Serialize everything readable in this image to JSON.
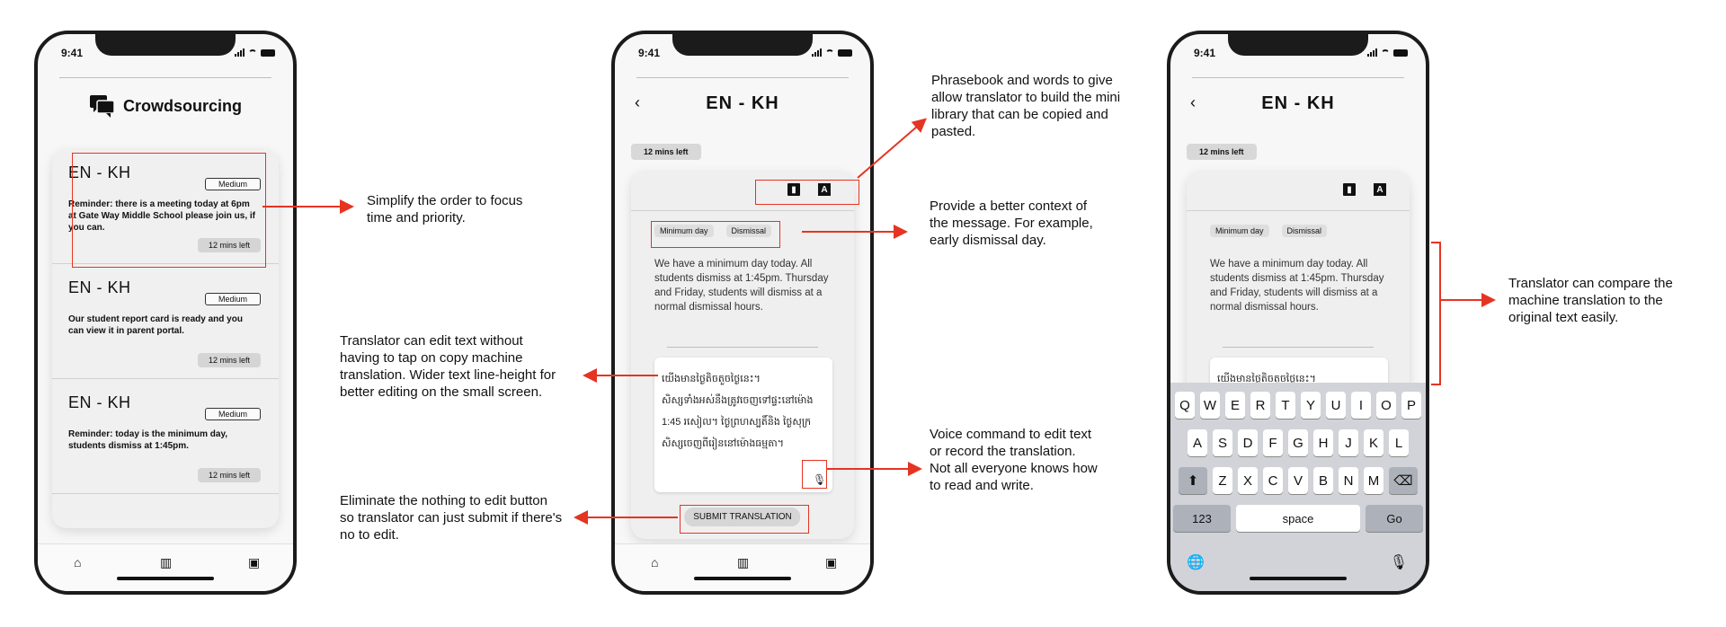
{
  "status": {
    "time": "9:41"
  },
  "phone1": {
    "brand_title": "Crowdsourcing",
    "requests": [
      {
        "lang": "EN - KH",
        "priority": "Medium",
        "text": "Reminder: there is a meeting today at 6pm at Gate Way Middle School please join us, if you can.",
        "time_left": "12 mins left"
      },
      {
        "lang": "EN - KH",
        "priority": "Medium",
        "text": "Our student report card is ready and you can view it in parent portal.",
        "time_left": "12 mins left"
      },
      {
        "lang": "EN - KH",
        "priority": "Medium",
        "text": "Reminder: today is the minimum day, students dismiss at 1:45pm.",
        "time_left": "12 mins left"
      }
    ],
    "tabs": {
      "home": "home-icon",
      "stats": "chart-icon",
      "profile": "profile-icon"
    }
  },
  "phone2": {
    "back": "‹",
    "title": "EN - KH",
    "timer": "12 mins left",
    "tags": [
      "Minimum day",
      "Dismissal"
    ],
    "original": "We have a minimum day today. All students dismiss at 1:45pm. Thursday and Friday, students will dismiss at a normal dismissal hours.",
    "translation_lines": [
      "យើងមានថ្ងៃតិចតួចថ្ងៃនេះ។",
      "សិស្សទាំងអស់នឹងត្រូវចេញទៅផ្ទះនៅម៉ោង",
      "1:45 រសៀល។ ថ្ងៃព្រហស្បតិ៍និង ថ្ងៃសុក្រ",
      "សិស្សចេញពីរៀននៅម៉ោងធម្មតា។"
    ],
    "submit_label": "SUBMIT TRANSLATION"
  },
  "phone3": {
    "back": "‹",
    "title": "EN - KH",
    "timer": "12 mins left",
    "tags": [
      "Minimum day",
      "Dismissal"
    ],
    "original": "We have a minimum day today. All students dismiss at 1:45pm. Thursday and Friday, students will dismiss at a normal dismissal hours.",
    "translation_first": "យើងមានថ្ងៃតិចតួចថ្ងៃនេះ។",
    "keyboard": {
      "row1": [
        "Q",
        "W",
        "E",
        "R",
        "T",
        "Y",
        "U",
        "I",
        "O",
        "P"
      ],
      "row2": [
        "A",
        "S",
        "D",
        "F",
        "G",
        "H",
        "J",
        "K",
        "L"
      ],
      "row3": [
        "Z",
        "X",
        "C",
        "V",
        "B",
        "N",
        "M"
      ],
      "shift": "⬆",
      "delete": "⌫",
      "num": "123",
      "space": "space",
      "go": "Go",
      "globe": "🌐",
      "mic": "🎙"
    }
  },
  "annotations": {
    "a1": "Simplify the order to focus time and priority.",
    "a2": "Translator can edit text without having to tap on copy machine translation. Wider text line-height for better editing on the small screen.",
    "a3": "Eliminate the nothing to edit button so translator can just submit if there's no to edit.",
    "a4": "Phrasebook and words to give allow translator to build the mini library that can be copied and pasted.",
    "a5": "Provide a better context of the message. For example, early dismissal day.",
    "a6": "Voice command to edit text or record the translation. Not all everyone knows how to read and write.",
    "a7": "Translator can compare the machine translation to the original text easily."
  },
  "accent_color": "#e53422"
}
